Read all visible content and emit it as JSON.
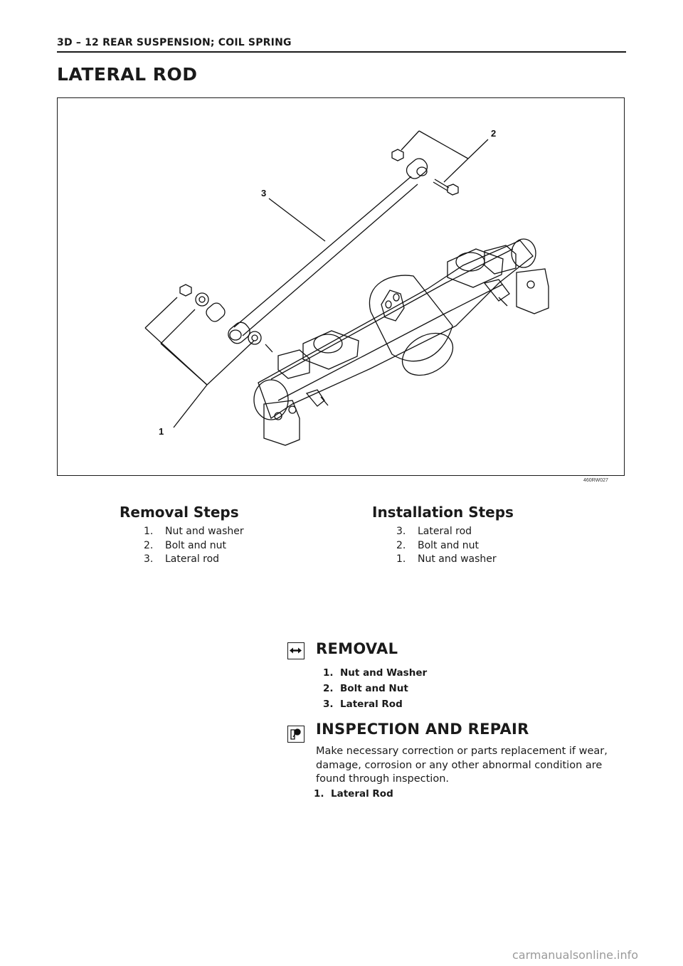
{
  "header": {
    "running_title": "3D – 12  REAR SUSPENSION; COIL SPRING"
  },
  "page_title": "LATERAL ROD",
  "figure": {
    "callouts": [
      "1",
      "2",
      "3"
    ],
    "figure_code": "460RW027"
  },
  "removal_steps": {
    "heading": "Removal Steps",
    "items": [
      {
        "num": "1.",
        "text": "Nut and washer"
      },
      {
        "num": "2.",
        "text": "Bolt and nut"
      },
      {
        "num": "3.",
        "text": "Lateral rod"
      }
    ]
  },
  "installation_steps": {
    "heading": "Installation Steps",
    "items": [
      {
        "num": "3.",
        "text": "Lateral rod"
      },
      {
        "num": "2.",
        "text": "Bolt and nut"
      },
      {
        "num": "1.",
        "text": "Nut and washer"
      }
    ]
  },
  "removal": {
    "icon": "removal-arrows-icon",
    "heading": "REMOVAL",
    "items": [
      {
        "num": "1.",
        "text": "Nut and Washer"
      },
      {
        "num": "2.",
        "text": "Bolt and Nut"
      },
      {
        "num": "3.",
        "text": "Lateral Rod"
      }
    ]
  },
  "inspection": {
    "icon": "inspection-magnifier-icon",
    "heading": "INSPECTION AND REPAIR",
    "paragraph": "Make necessary correction or parts replacement if wear, damage, corrosion or any other abnormal condition are found through inspection.",
    "items": [
      {
        "num": "1.",
        "text": "Lateral Rod"
      }
    ]
  },
  "watermark": "carmanualsonline.info"
}
